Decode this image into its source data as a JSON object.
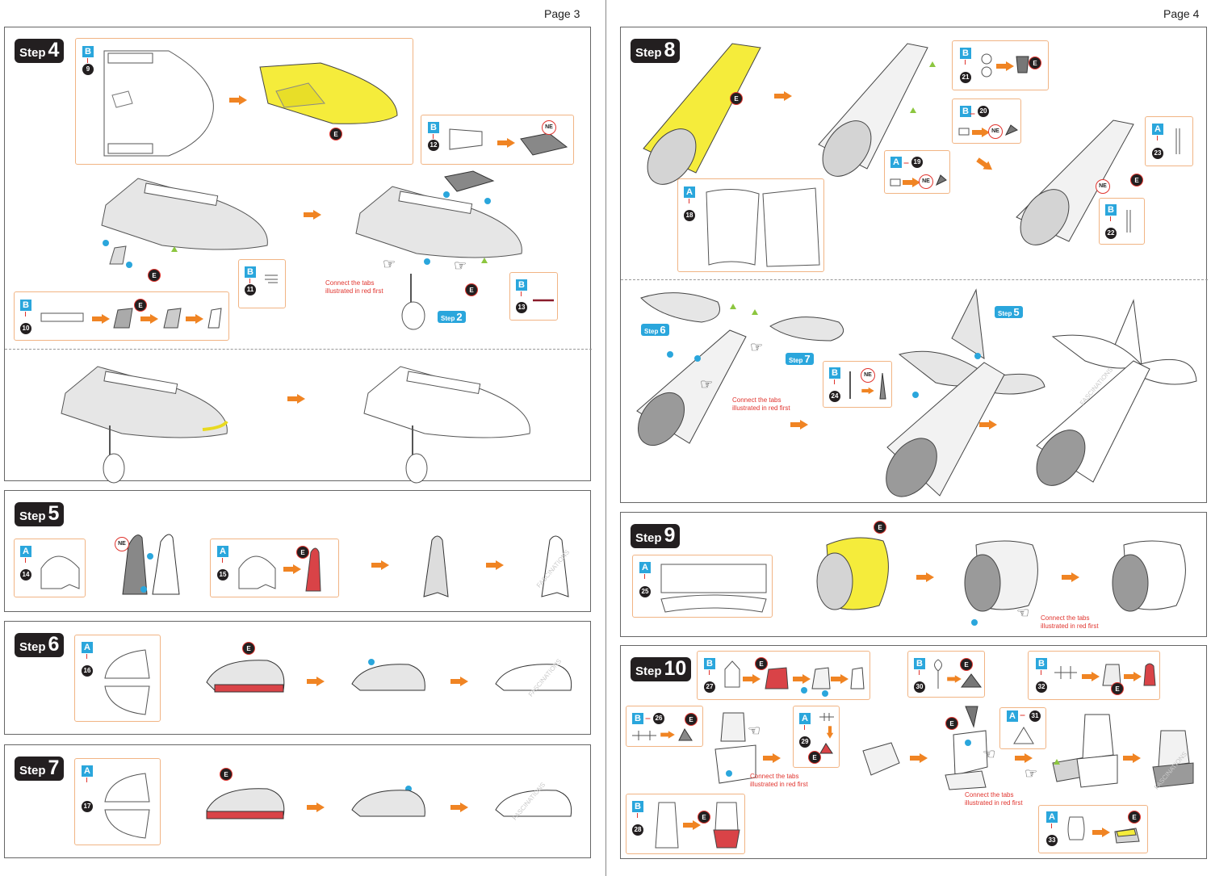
{
  "pages": {
    "left_label": "Page 3",
    "right_label": "Page 4"
  },
  "step_word": "Step",
  "steps": {
    "s4": "4",
    "s5": "5",
    "s6": "6",
    "s7": "7",
    "s8": "8",
    "s9": "9",
    "s10": "10"
  },
  "refs": {
    "r2": "2",
    "r5": "5",
    "r6": "6",
    "r7": "7"
  },
  "sheets": {
    "a": "A",
    "b": "B"
  },
  "markers": {
    "e": "E",
    "ne": "NE"
  },
  "parts": {
    "p9": "9",
    "p10": "10",
    "p11": "11",
    "p12": "12",
    "p13": "13",
    "p14": "14",
    "p15": "15",
    "p16": "16",
    "p17": "17",
    "p18": "18",
    "p19": "19",
    "p20": "20",
    "p21": "21",
    "p22": "22",
    "p23": "23",
    "p24": "24",
    "p25": "25",
    "p26": "26",
    "p27": "27",
    "p28": "28",
    "p29": "29",
    "p30": "30",
    "p31": "31",
    "p32": "32",
    "p33": "33"
  },
  "notes": {
    "tabs_line1": "Connect the tabs",
    "tabs_line2": "illustrated in red first"
  },
  "watermark": "FASCINATIONS",
  "colors": {
    "accent_orange": "#f08423",
    "sheet_blue": "#2aa6dc",
    "highlight_yellow": "#f5ec3b",
    "tab_red": "#e0342e",
    "callout_border": "#f1b484",
    "glue_green": "#8cc63f"
  },
  "icons": [
    "right-arrow-icon",
    "pointing-hand-icon",
    "blue-dot-icon",
    "green-triangle-icon"
  ]
}
